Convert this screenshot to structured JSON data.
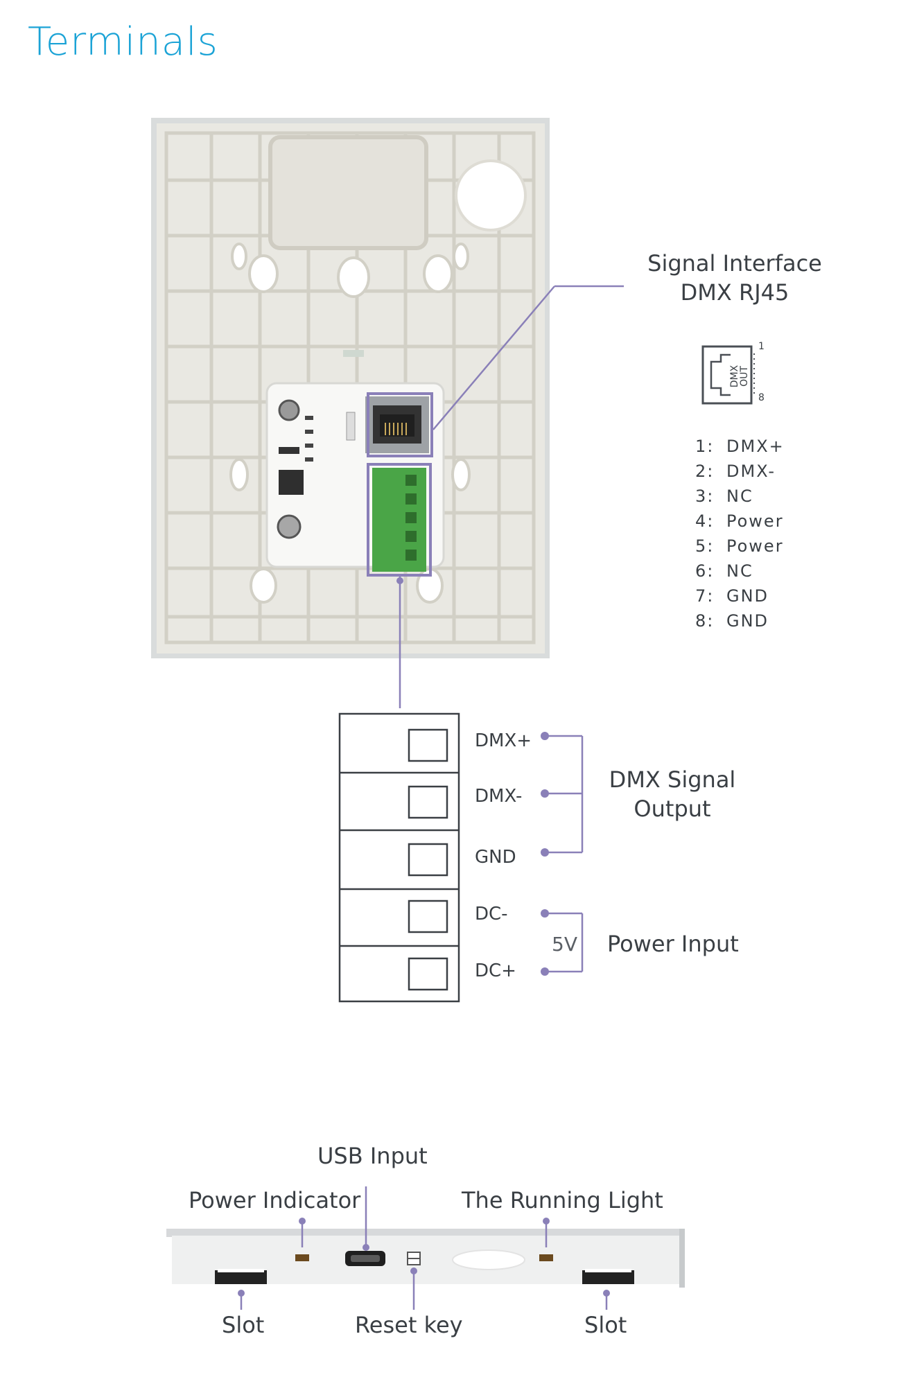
{
  "page": {
    "title": "Terminals"
  },
  "colors": {
    "accent": "#1ba3d6",
    "leader": "#8a80b8",
    "text": "#3a3f44",
    "plate": "#e9e8e2",
    "connector_green": "#4aa547"
  },
  "signal_interface": {
    "line1": "Signal Interface",
    "line2": "DMX  RJ45",
    "jack_text": "DMX OUT",
    "pin_first": "1",
    "pin_last": "8",
    "pins": [
      {
        "num": "1:",
        "name": "DMX+"
      },
      {
        "num": "2:",
        "name": "DMX-"
      },
      {
        "num": "3:",
        "name": "NC"
      },
      {
        "num": "4:",
        "name": "Power"
      },
      {
        "num": "5:",
        "name": "Power"
      },
      {
        "num": "6:",
        "name": "NC"
      },
      {
        "num": "7:",
        "name": "GND"
      },
      {
        "num": "8:",
        "name": "GND"
      }
    ]
  },
  "terminal_block": {
    "terminals": [
      "DMX+",
      "DMX-",
      "GND",
      "DC-",
      "DC+"
    ],
    "dmx_group_line1": "DMX Signal",
    "dmx_group_line2": "Output",
    "voltage": "5V",
    "power_group": "Power Input"
  },
  "bottom_view": {
    "usb_input": "USB Input",
    "power_indicator": "Power Indicator",
    "running_light": "The Running Light",
    "slot_left": "Slot",
    "reset_key": "Reset key",
    "slot_right": "Slot"
  }
}
